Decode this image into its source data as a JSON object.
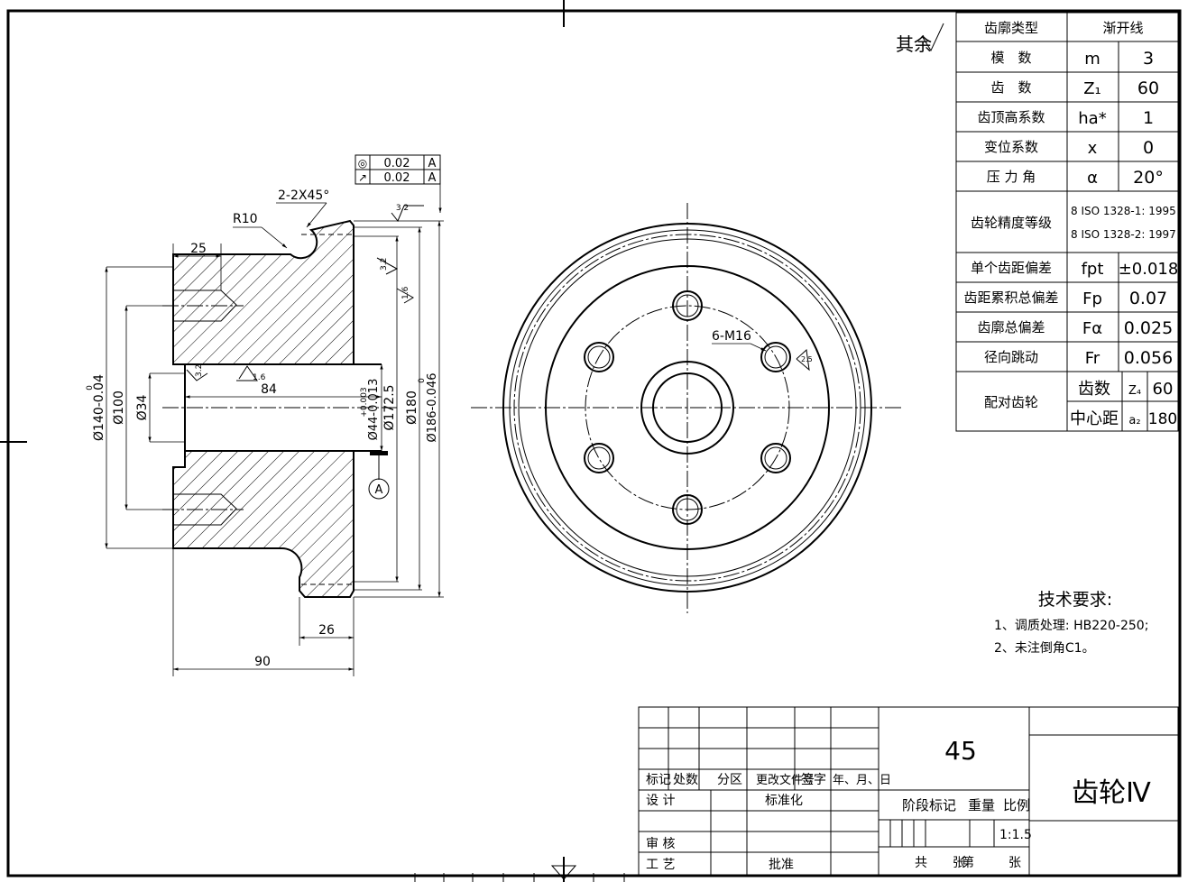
{
  "roughness_other": "其余",
  "section_view": {
    "dims": {
      "len_25": "25",
      "len_84": "84",
      "len_26": "26",
      "len_90": "90",
      "radius": "R10",
      "chamfer": "2-2X45°",
      "dia_140": "Ø140-0.04",
      "dia_140_up": "0",
      "dia_100": "Ø100",
      "dia_34": "Ø34",
      "bore": "Ø44-0.013",
      "bore_upper": "+0.003",
      "dia_172": "Ø172.5",
      "dia_180": "Ø180",
      "dia_186": "Ø186-0.046",
      "dia_186_up": "0",
      "datum": "A"
    },
    "tolerances": [
      {
        "symbol": "◎",
        "value": "0.02",
        "datum": "A"
      },
      {
        "symbol": "↗",
        "value": "0.02",
        "datum": "A"
      }
    ],
    "roughness": [
      "3.2",
      "3.2",
      "1.6",
      "3.2",
      "1.6"
    ]
  },
  "front_view": {
    "thread_label": "6-M16",
    "roughness": "2.5"
  },
  "gear_table": {
    "rows": [
      {
        "label": "齿廓类型",
        "value": "渐开线"
      },
      {
        "label": "模　数",
        "symbol": "m",
        "value": "3"
      },
      {
        "label": "齿　数",
        "symbol": "Z₁",
        "value": "60"
      },
      {
        "label": "齿顶高系数",
        "symbol": "ha*",
        "value": "1"
      },
      {
        "label": "变位系数",
        "symbol": "x",
        "value": "0"
      },
      {
        "label": "压 力 角",
        "symbol": "α",
        "value": "20°"
      },
      {
        "label": "齿轮精度等级",
        "line1": "8  ISO 1328-1: 1995",
        "line2": "8  ISO 1328-2: 1997"
      },
      {
        "label": "单个齿距偏差",
        "symbol": "fpt",
        "value": "±0.018"
      },
      {
        "label": "齿距累积总偏差",
        "symbol": "Fp",
        "value": "0.07"
      },
      {
        "label": "齿廓总偏差",
        "symbol": "Fα",
        "value": "0.025"
      },
      {
        "label": "径向跳动",
        "symbol": "Fr",
        "value": "0.056"
      }
    ],
    "mating": {
      "label": "配对齿轮",
      "teeth_label": "齿数",
      "teeth_symbol": "Z₄",
      "teeth_value": "60",
      "center_label": "中心距",
      "center_symbol": "a₂",
      "center_value": "180"
    }
  },
  "tech_requirements": {
    "title": "技术要求:",
    "items": [
      "1、调质处理: HB220-250;",
      "2、未注倒角C1。"
    ]
  },
  "title_block": {
    "material": "45",
    "part_name": "齿轮Ⅳ",
    "scale": "1:1.5",
    "headers": [
      "标记",
      "处数",
      "分区",
      "更改文件号",
      "签字",
      "年、月、日"
    ],
    "design": "设 计",
    "standardize": "标准化",
    "review": "审 核",
    "process": "工 艺",
    "approve": "批准",
    "stage_mark": "阶段标记",
    "weight": "重量",
    "ratio": "比例",
    "total": "共",
    "sheet_no": "第",
    "sheet_unit": "张",
    "sheet_unit2": "张"
  }
}
